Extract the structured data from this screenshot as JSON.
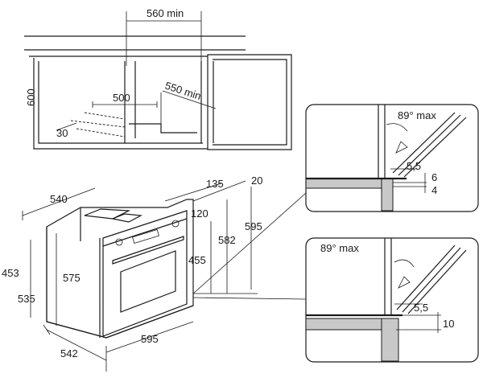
{
  "niche": {
    "width_min": "560 min",
    "depth_min": "550 min",
    "height": "600",
    "opening": "500",
    "vent": "30"
  },
  "oven": {
    "dim_540": "540",
    "dim_135": "135",
    "dim_20": "20",
    "dim_120": "120",
    "dim_595_height": "595",
    "dim_582": "582",
    "dim_455": "455",
    "dim_453": "453",
    "dim_575": "575",
    "dim_535": "535",
    "dim_542": "542",
    "dim_595_width": "595"
  },
  "detail_top": {
    "angle": "89° max",
    "gap": "5,5",
    "dim_6": "6",
    "dim_4": "4"
  },
  "detail_bottom": {
    "angle": "89° max",
    "gap": "5,5",
    "dim_10": "10"
  }
}
